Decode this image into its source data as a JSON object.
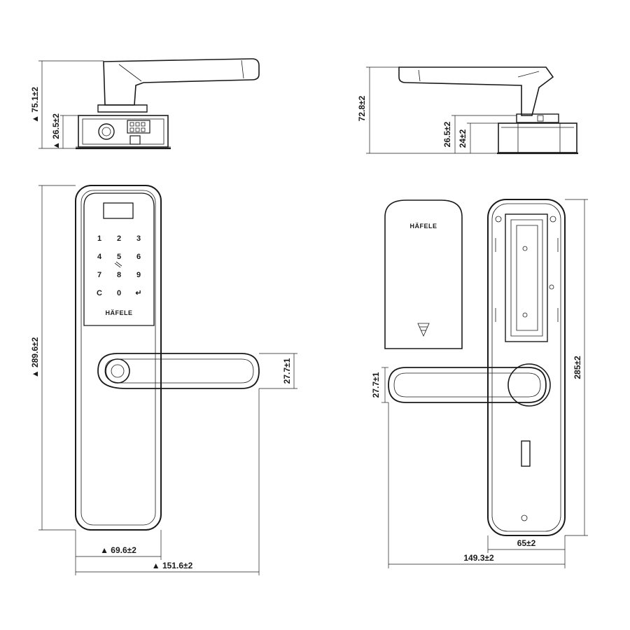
{
  "brand": "HÄFELE",
  "keypad": [
    "1",
    "2",
    "3",
    "4",
    "5",
    "6",
    "7",
    "8",
    "9",
    "C",
    "0",
    "↵"
  ],
  "dimensions": {
    "front_top_total": "▲ 75.1±2",
    "front_top_base": "▲ 26.5±2",
    "back_top_total": "72.8±2",
    "back_top_base1": "26.5±2",
    "back_top_base2": "24±2",
    "front_height": "▲ 289.6±2",
    "front_handle": "27.7±1",
    "front_width": "▲ 69.6±2",
    "front_total_width": "▲ 151.6±2",
    "back_handle": "27.7±1",
    "back_height": "285±2",
    "back_width": "65±2",
    "back_total_width": "149.3±2"
  }
}
